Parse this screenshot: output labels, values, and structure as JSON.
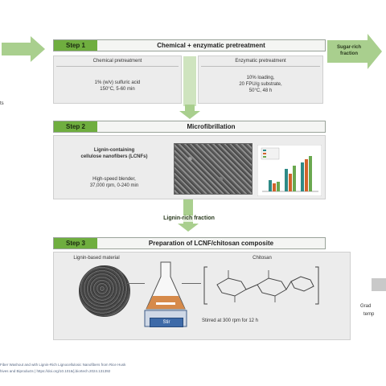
{
  "step1": {
    "tag": "Step 1",
    "title": "Chemical + enzymatic pretreatment",
    "left_heading": "Chemical pretreatment",
    "left_line1": "1% (w/v) sulfuric acid",
    "left_line2": "150°C, 5-60 min",
    "right_heading": "Enzymatic pretreatment",
    "right_line1": "10% loading,",
    "right_line2": "20 FPU/g substrate,",
    "right_line3": "50°C, 48 h"
  },
  "sugar_label_line1": "Sugar-rich",
  "sugar_label_line2": "fraction",
  "step2": {
    "tag": "Step 2",
    "title": "Microfibrillation",
    "lcnf_line1": "Lignin-containing",
    "lcnf_line2": "cellulose nanofibers (LCNFs)",
    "method_line1": "High-speed blender,",
    "method_line2": "37,000 rpm, 0-240 min"
  },
  "lignin_fraction_label": "Lignin-rich fraction",
  "step3": {
    "tag": "Step 3",
    "title": "Preparation of LCNF/chitosan composite",
    "lignin_label": "Lignin-based material",
    "chitosan_label": "Chitosan",
    "stir_button": "Stir",
    "stir_condition": "Stirred at 300 rpm for 12 h"
  },
  "left_edge_fragment": "ts",
  "right_edge_fragment_1": "Grad",
  "right_edge_fragment_2": "temp",
  "footer_line1": "Fiber Washout and with Lignin-Rich Lignocellulosic Nanofibers from Rice Husk",
  "footer_line2": "hives and Biproducts | https://doi.org/10.1016/j.biortech.2024.131392",
  "colors": {
    "step_tag": "#6fae3f",
    "arrow": "#a9cf8e",
    "panel": "#ececec",
    "bar_teal": "#2e8a86",
    "bar_orange": "#d2632b",
    "bar_green": "#6aa84f"
  }
}
